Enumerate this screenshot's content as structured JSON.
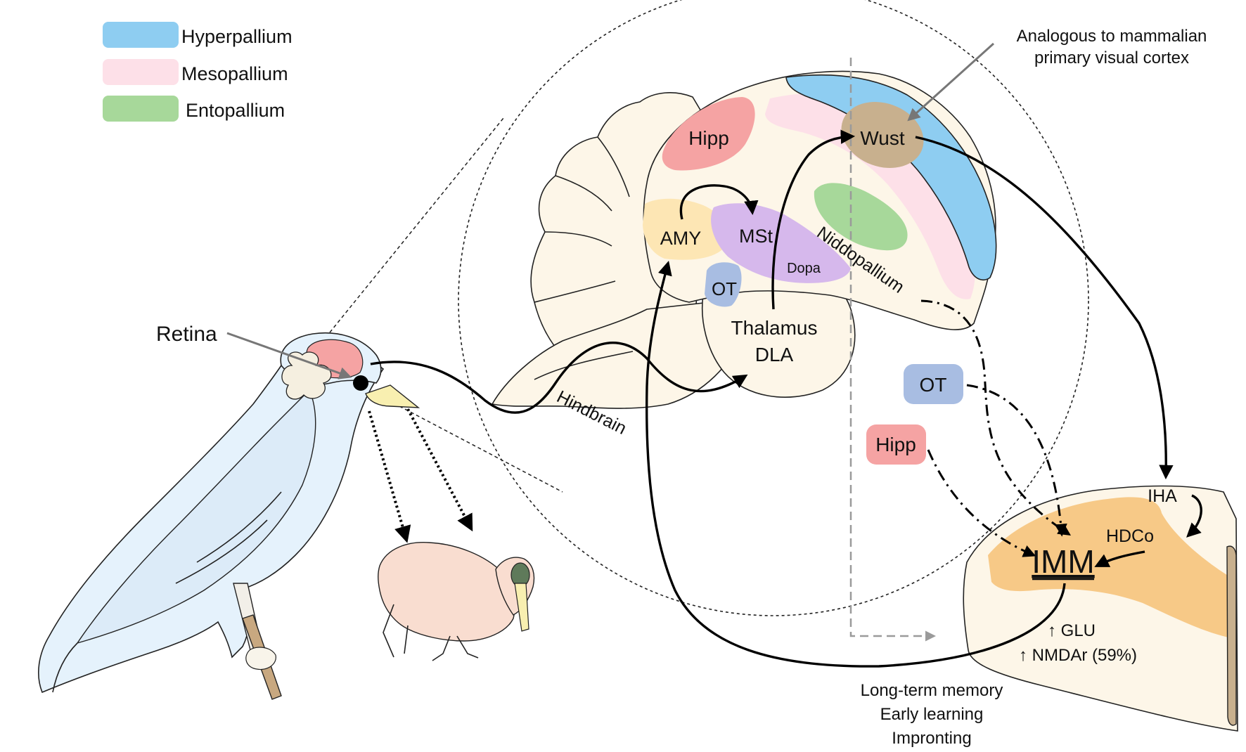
{
  "legend": [
    {
      "label": "Hyperpallium",
      "color": "#8ecdf1"
    },
    {
      "label": "Mesopallium",
      "color": "#fde0e8"
    },
    {
      "label": "Entopallium",
      "color": "#a7d89a"
    }
  ],
  "colors": {
    "hyperpallium": "#8ecdf1",
    "mesopallium": "#fde0e8",
    "entopallium": "#a7d89a",
    "hipp": "#f5a3a3",
    "ot": "#a8bde2",
    "wust": "#c8b08e",
    "amy": "#fde6b4",
    "mst": "#d6b8ec",
    "imm_region": "#f7c987",
    "brain_fill": "#fdf6e8",
    "bird_body": "#e5f2fc",
    "chick": "#f9ddd0",
    "beak": "#f8efb0",
    "chick_head": "#5f7a5a"
  },
  "labels": {
    "retina": "Retina",
    "analogous_line1": "Analogous to mammalian",
    "analogous_line2": "primary visual cortex",
    "hipp_brain": "Hipp",
    "wust": "Wust",
    "amy": "AMY",
    "mst": "MSt",
    "dopa": "Dopa",
    "ot_brain": "OT",
    "thalamus": "Thalamus",
    "dla": "DLA",
    "nidopallium": "Niddopallium",
    "hindbrain": "Hindbrain",
    "ot_box": "OT",
    "hipp_box": "Hipp",
    "iha": "IHA",
    "hdco": "HDCo",
    "imm": "IMM",
    "glu": "↑ GLU",
    "nmdar": "↑ NMDAr (59%)",
    "outcome1": "Long-term memory",
    "outcome2": "Early learning",
    "outcome3": "Impronting"
  }
}
